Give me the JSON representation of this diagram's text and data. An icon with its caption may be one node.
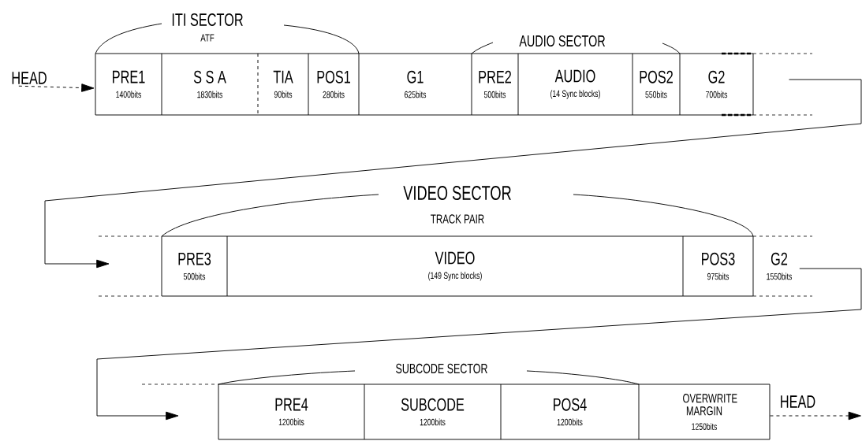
{
  "diagram": {
    "nodes": [
      {
        "text": [
          "HEAD"
        ]
      },
      {
        "text": [
          "PRE1",
          "1400bits"
        ]
      },
      {
        "text": [
          "S S A",
          "1830bits"
        ]
      },
      {
        "text": [
          "TIA",
          "90bits"
        ]
      },
      {
        "text": [
          "POS1",
          "280bits"
        ]
      },
      {
        "text": [
          "G1",
          "625bits"
        ]
      },
      {
        "text": [
          "PRE2",
          "500bits"
        ]
      },
      {
        "text": [
          "AUDIO",
          "(14 Sync blocks)"
        ]
      },
      {
        "text": [
          "POS2",
          "550bits"
        ]
      },
      {
        "text": [
          "G2",
          "700bits"
        ]
      },
      {
        "text": [
          "PRE3",
          "500bits"
        ]
      },
      {
        "text": [
          "VIDEO",
          "(149 Sync blocks)"
        ]
      },
      {
        "text": [
          "POS3",
          "975bits"
        ]
      },
      {
        "text": [
          "G2",
          "1550bits"
        ]
      },
      {
        "text": [
          "PRE4",
          "1200bits"
        ]
      },
      {
        "text": [
          "SUBCODE",
          "1200bits"
        ]
      },
      {
        "text": [
          "POS4",
          "1200bits"
        ]
      },
      {
        "text": [
          "OVERWRITE MARGIN",
          "1250bits"
        ]
      },
      {
        "text": [
          "HEAD"
        ]
      }
    ],
    "edges": [
      {
        "from": 0,
        "to": 1,
        "arrow": "to",
        "style": "dashed"
      },
      {
        "from": 9,
        "to": 10,
        "arrow": "to"
      },
      {
        "from": 13,
        "to": 14,
        "arrow": "to"
      },
      {
        "from": 17,
        "to": null,
        "arrow": "to",
        "style": "dashed"
      }
    ],
    "labels": [
      "ITI SECTOR",
      "ATF",
      "AUDIO SECTOR",
      "VIDEO SECTOR",
      "TRACK PAIR",
      "SUBCODE SECTOR"
    ]
  }
}
